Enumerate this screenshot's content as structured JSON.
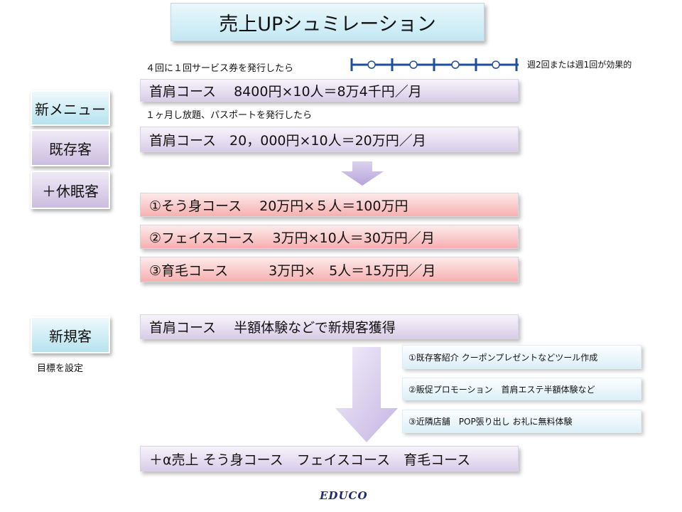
{
  "title": "売上UPシュミレーション",
  "ticket_note": "４回に１回サービス券を発行したら",
  "frequency_note": "週2回または週1回が効果的",
  "sidebar": {
    "new_menu": "新メニュー",
    "existing": "既存客",
    "dormant": "＋休眠客",
    "new_customer": "新規客",
    "goal": "目標を設定"
  },
  "menu_box": "首肩コース　 8400円×10人＝8万4千円／月",
  "passport_note": "１ヶ月し放題、パスポートを発行したら",
  "passport_box": "首肩コース　20，000円×10人＝20万円／月",
  "courses": [
    "①そう身コース　 20万円×５人＝100万円",
    "②フェイスコース　 3万円×10人＝30万円／月",
    "③育毛コース　　　3万円×　5人＝15万円／月"
  ],
  "acquisition_box": "首肩コース　 半額体験などで新規客獲得",
  "tactics": [
    "①既存客紹介 クーポンプレゼントなどツール作成",
    "②販促プロモーション　首肩エステ半額体験など",
    "③近隣店舗　POP張り出し お礼に無料体験"
  ],
  "result_box": "＋α売上 そう身コース　フェイスコース　育毛コース",
  "logo": "EDUCO",
  "colors": {
    "title_bg": "#c2e8f3",
    "purple_box": "#d8cce8",
    "pink_box": "#f6b0b0",
    "timeline": "#1f4e9c",
    "arrow": "#c4b4e3"
  }
}
